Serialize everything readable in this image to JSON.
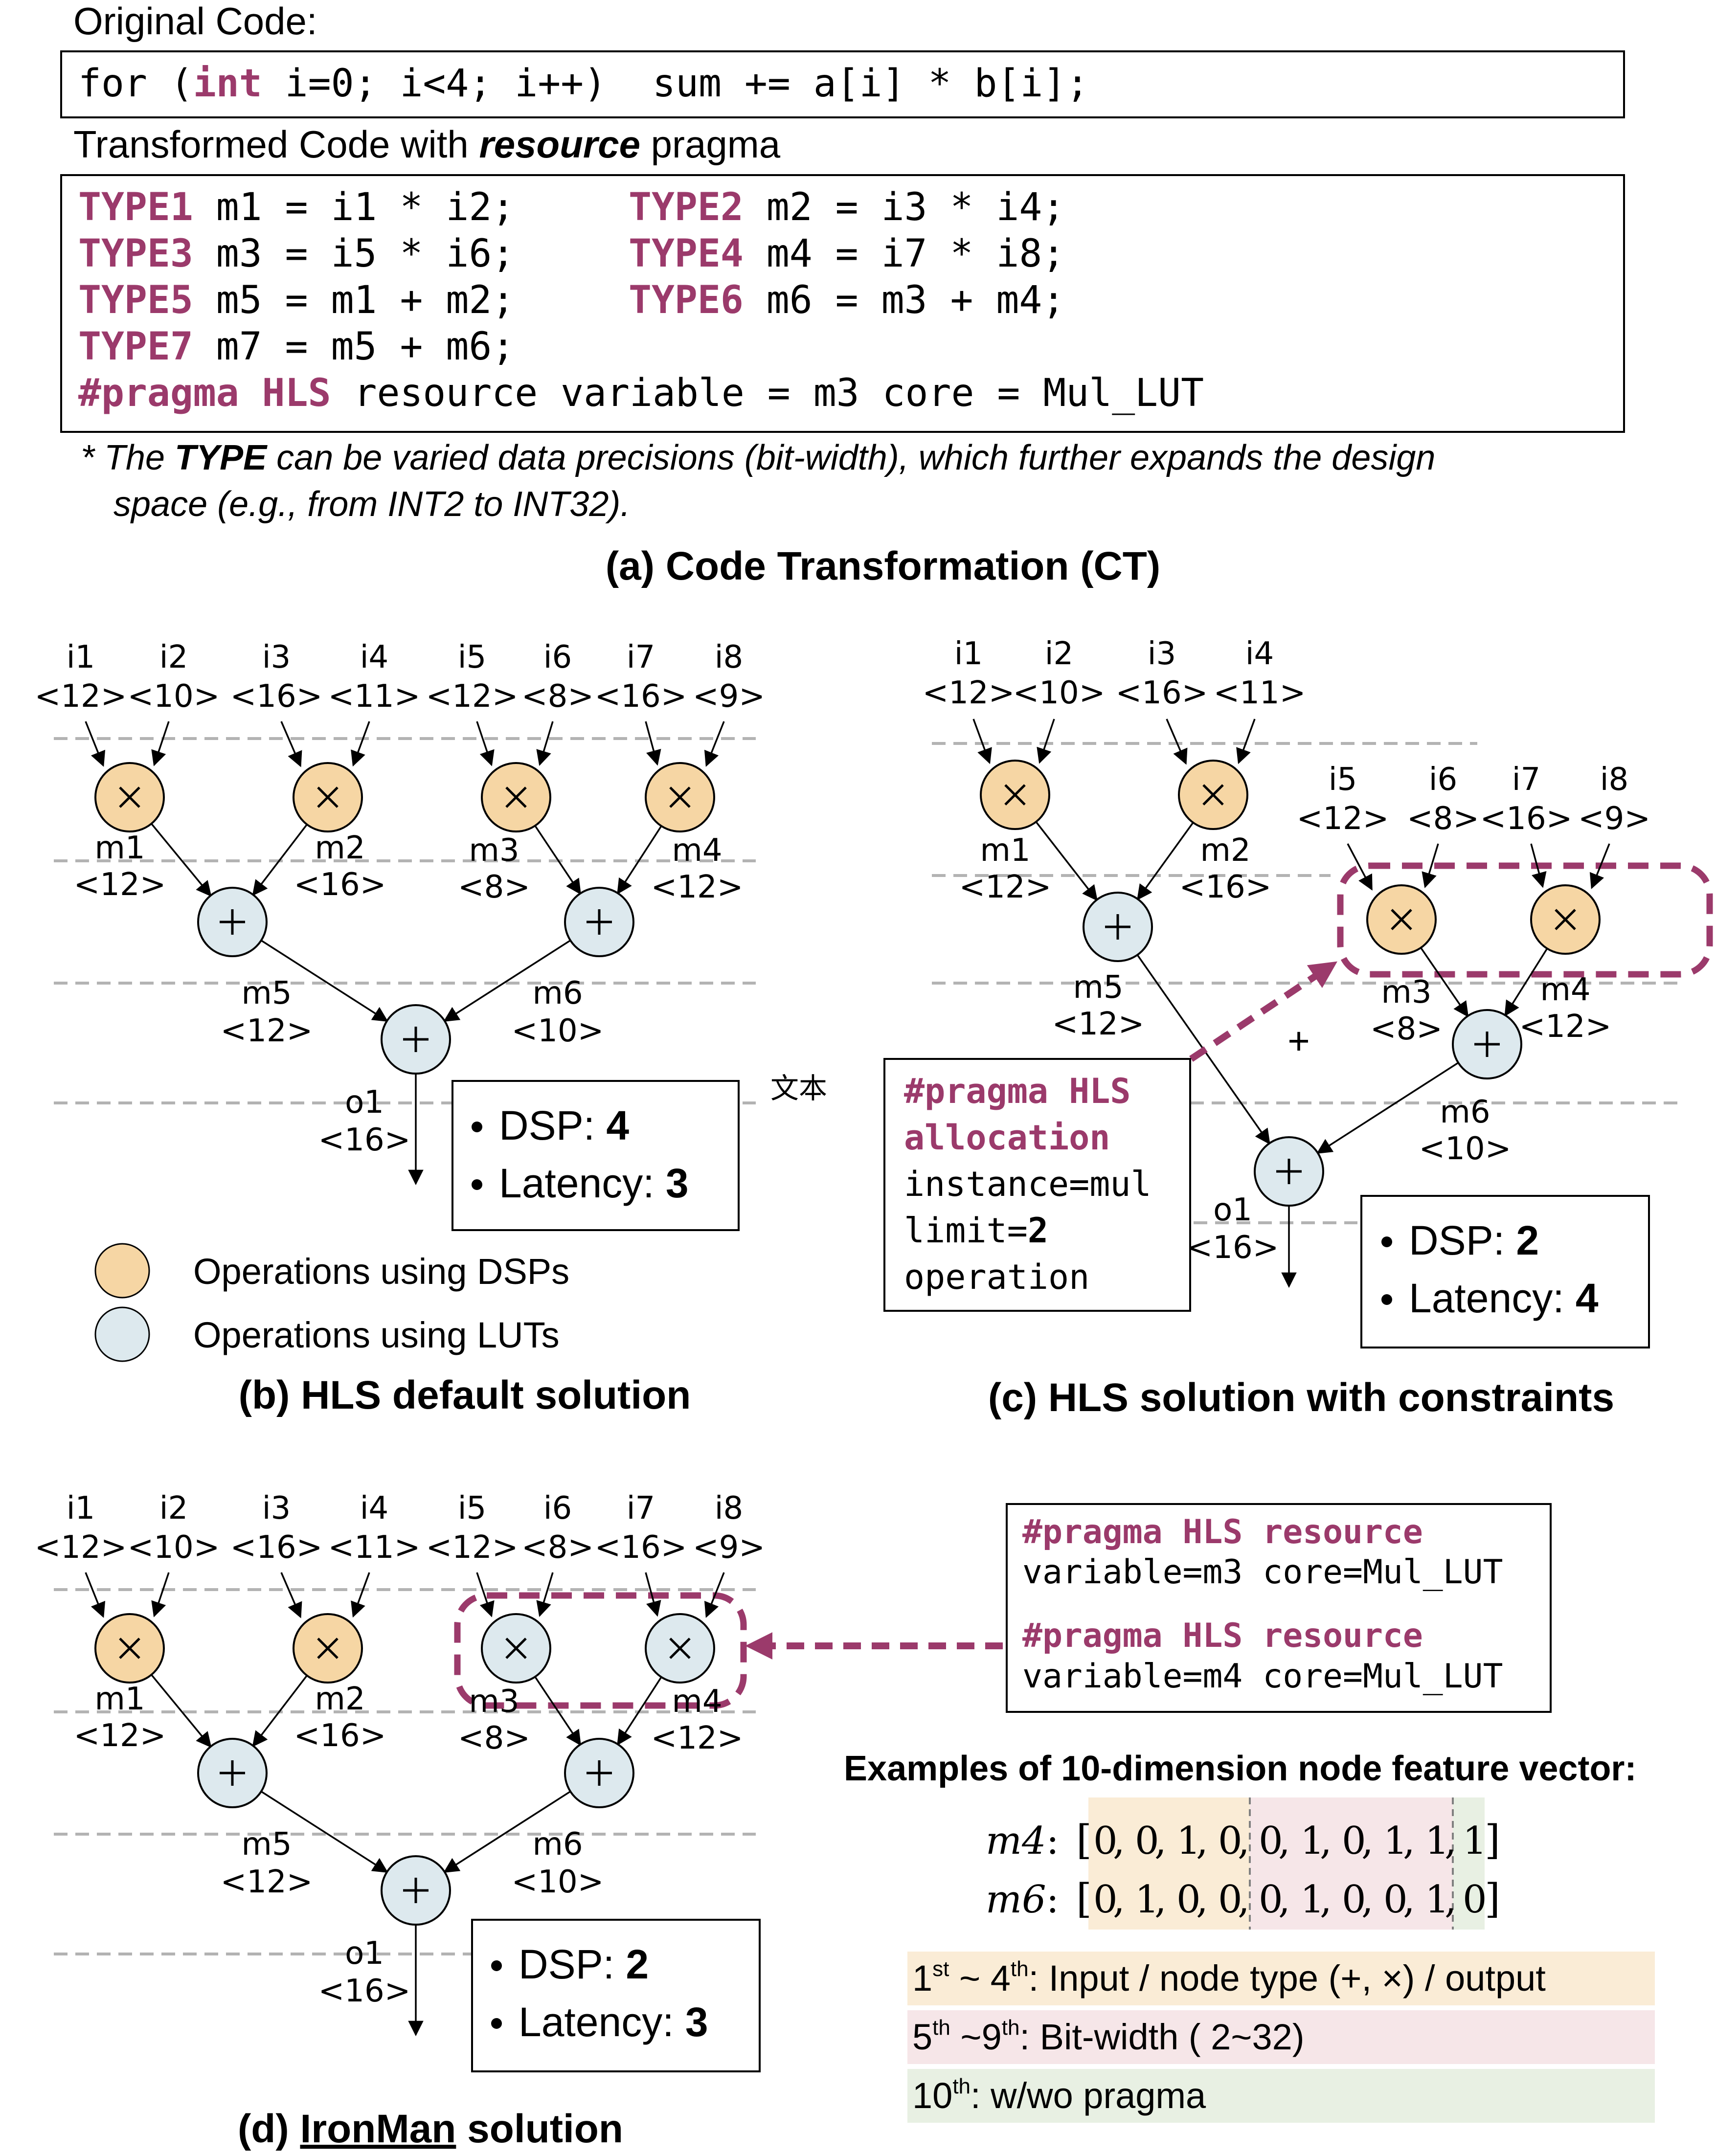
{
  "section_a": {
    "original_label": "Original Code:",
    "original_code": "for (int i=0; i<4; i++)  sum += a[i] * b[i];",
    "original_keyword": "int",
    "transformed_label_pre": "Transformed Code with ",
    "transformed_label_em": "resource",
    "transformed_label_post": " pragma",
    "code_lines": [
      {
        "t1": "TYPE1",
        "s1": " m1 = i1 * i2;",
        "t2": "TYPE2",
        "s2": " m2 = i3 * i4;"
      },
      {
        "t1": "TYPE3",
        "s1": " m3 = i5 * i6;",
        "t2": "TYPE4",
        "s2": " m4 = i7 * i8;"
      },
      {
        "t1": "TYPE5",
        "s1": " m5 = m1 + m2;",
        "t2": "TYPE6",
        "s2": " m6 = m3 + m4;"
      },
      {
        "t1": "TYPE7",
        "s1": " m7 = m5 + m6;",
        "t2": "",
        "s2": ""
      }
    ],
    "pragma_kw": "#pragma HLS",
    "pragma_rest": " resource variable = m3 core = Mul_LUT",
    "note_line1_pre": "* The ",
    "note_line1_em": "TYPE",
    "note_line1_post": " can be varied data precisions (bit-width), which further expands the design",
    "note_line2": "space (e.g., from INT2 to INT32).",
    "caption": "(a) Code Transformation (CT)"
  },
  "section_b": {
    "inputs": [
      {
        "name": "i1",
        "bits": "<12>"
      },
      {
        "name": "i2",
        "bits": "<10>"
      },
      {
        "name": "i3",
        "bits": "<16>"
      },
      {
        "name": "i4",
        "bits": "<11>"
      },
      {
        "name": "i5",
        "bits": "<12>"
      },
      {
        "name": "i6",
        "bits": "<8>"
      },
      {
        "name": "i7",
        "bits": "<16>"
      },
      {
        "name": "i8",
        "bits": "<9>"
      }
    ],
    "muls": [
      {
        "name": "m1",
        "bits": "<12>"
      },
      {
        "name": "m2",
        "bits": "<16>"
      },
      {
        "name": "m3",
        "bits": "<8>"
      },
      {
        "name": "m4",
        "bits": "<12>"
      }
    ],
    "adds": [
      {
        "name": "m5",
        "bits": "<12>"
      },
      {
        "name": "m6",
        "bits": "<10>"
      }
    ],
    "output": {
      "name": "o1",
      "bits": "<16>"
    },
    "result": {
      "dsp_label": "DSP: ",
      "dsp_value": "4",
      "latency_label": "Latency: ",
      "latency_value": "3"
    },
    "stray_text": "文本",
    "legend": {
      "dsp": "Operations using DSPs",
      "lut": "Operations using LUTs"
    },
    "caption": "(b) HLS default solution"
  },
  "section_c": {
    "inputs_top": [
      {
        "name": "i1",
        "bits": "<12>"
      },
      {
        "name": "i2",
        "bits": "<10>"
      },
      {
        "name": "i3",
        "bits": "<16>"
      },
      {
        "name": "i4",
        "bits": "<11>"
      }
    ],
    "inputs_low": [
      {
        "name": "i5",
        "bits": "<12>"
      },
      {
        "name": "i6",
        "bits": "<8>"
      },
      {
        "name": "i7",
        "bits": "<16>"
      },
      {
        "name": "i8",
        "bits": "<9>"
      }
    ],
    "muls": [
      {
        "name": "m1",
        "bits": "<12>"
      },
      {
        "name": "m2",
        "bits": "<16>"
      },
      {
        "name": "m3",
        "bits": "<8>"
      },
      {
        "name": "m4",
        "bits": "<12>"
      }
    ],
    "adds": [
      {
        "name": "m5",
        "bits": "<12>"
      },
      {
        "name": "m6",
        "bits": "<10>"
      }
    ],
    "output": {
      "name": "o1",
      "bits": "<16>"
    },
    "plus_sign": "+",
    "pragma_box": {
      "line1": "#pragma HLS",
      "line2": "allocation",
      "line3": "instance=mul",
      "line4_pre": "limit=",
      "line4_val": "2",
      "line5": "operation"
    },
    "result": {
      "dsp_label": "DSP: ",
      "dsp_value": "2",
      "latency_label": "Latency: ",
      "latency_value": "4"
    },
    "caption": "(c) HLS solution with constraints"
  },
  "section_d": {
    "inputs": [
      {
        "name": "i1",
        "bits": "<12>"
      },
      {
        "name": "i2",
        "bits": "<10>"
      },
      {
        "name": "i3",
        "bits": "<16>"
      },
      {
        "name": "i4",
        "bits": "<11>"
      },
      {
        "name": "i5",
        "bits": "<12>"
      },
      {
        "name": "i6",
        "bits": "<8>"
      },
      {
        "name": "i7",
        "bits": "<16>"
      },
      {
        "name": "i8",
        "bits": "<9>"
      }
    ],
    "muls": [
      {
        "name": "m1",
        "bits": "<12>"
      },
      {
        "name": "m2",
        "bits": "<16>"
      },
      {
        "name": "m3",
        "bits": "<8>"
      },
      {
        "name": "m4",
        "bits": "<12>"
      }
    ],
    "adds": [
      {
        "name": "m5",
        "bits": "<12>"
      },
      {
        "name": "m6",
        "bits": "<10>"
      }
    ],
    "output": {
      "name": "o1",
      "bits": "<16>"
    },
    "pragma_box": {
      "a_kw": "#pragma HLS",
      "a_res": "resource",
      "a_line2": "variable=m3 core=Mul_LUT",
      "b_kw": "#pragma HLS",
      "b_res": "resource",
      "b_line2": "variable=m4 core=Mul_LUT"
    },
    "result": {
      "dsp_label": "DSP: ",
      "dsp_value": "2",
      "latency_label": "Latency: ",
      "latency_value": "3"
    },
    "caption_pre": "(d) ",
    "caption_name": "IronMan",
    "caption_post": " solution"
  },
  "features": {
    "title": "Examples of 10-dimension node feature vector:",
    "m4_label": "m4",
    "m4_values": [
      0,
      0,
      1,
      0,
      0,
      1,
      0,
      1,
      1,
      1
    ],
    "m6_label": "m6",
    "m6_values": [
      0,
      1,
      0,
      0,
      0,
      1,
      0,
      0,
      1,
      0
    ],
    "legend_1": {
      "sup_a": "st",
      "mid": " ~ 4",
      "sup_b": "th",
      "text": ": Input / node type (+, ×) / output",
      "num_a": "1"
    },
    "legend_2": {
      "num_a": "5",
      "sup_a": "th",
      "mid": " ~9",
      "sup_b": "th",
      "text": ": Bit-width ( 2~32)"
    },
    "legend_3": {
      "num_a": "10",
      "sup_a": "th",
      "text": ": w/wo pragma"
    }
  },
  "colors": {
    "dsp_fill": "#f6d6a4",
    "lut_fill": "#dde9ee",
    "pragma": "#9b3a6b",
    "band_1": "#faecd6",
    "band_2": "#f6e6e8",
    "band_3": "#e8f0e3",
    "dashed_line": "#b3b3b3"
  },
  "icons": {
    "mul": "multiply-icon",
    "add": "plus-icon",
    "bullet": "bullet-icon"
  }
}
